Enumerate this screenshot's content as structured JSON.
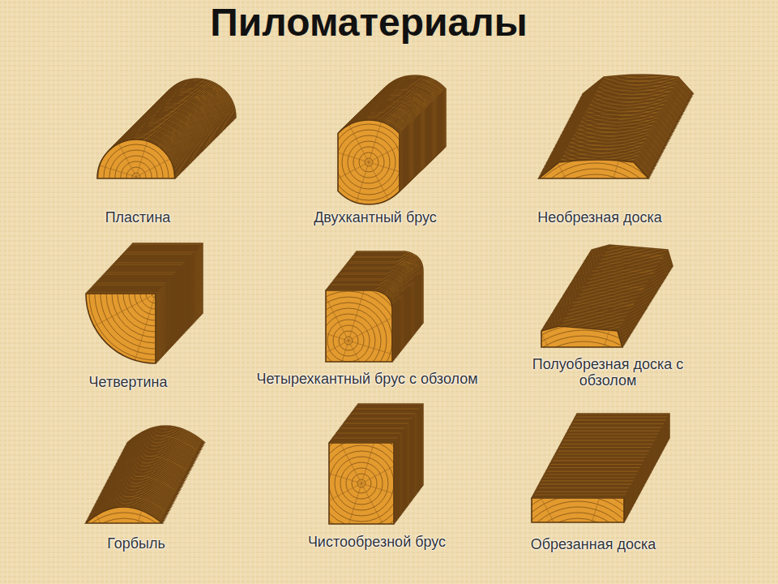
{
  "diagram": {
    "title": "Пиломатериалы",
    "labels": [
      "Пластина",
      "Двухкантный брус",
      "Необрезная доска",
      "Четвертина",
      "Четырехкантный брус с обзолом",
      "Полуобрезная доска с обзолом",
      "Горбыль",
      "Чистообрезной брус",
      "Обрезанная доска"
    ]
  }
}
